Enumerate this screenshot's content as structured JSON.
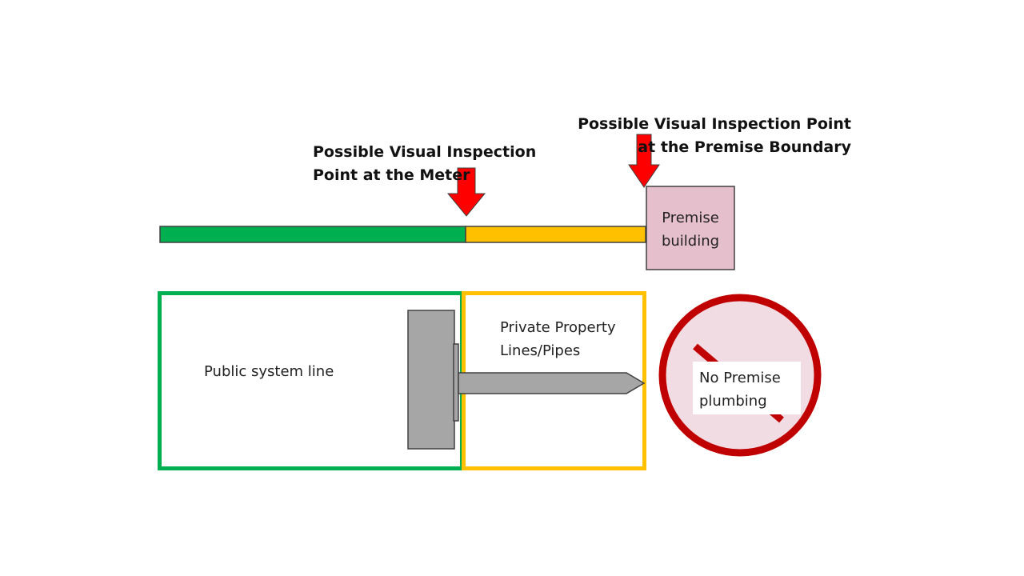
{
  "labels": {
    "meter_point": [
      "Possible Visual Inspection",
      "Point at the Meter"
    ],
    "boundary_point": [
      "Possible Visual Inspection Point",
      "at the Premise Boundary"
    ],
    "premise_building": [
      "Premise",
      "building"
    ],
    "public_line": "Public system line",
    "private_lines": [
      "Private Property",
      "Lines/Pipes"
    ],
    "no_plumbing": [
      "No Premise",
      "plumbing"
    ]
  },
  "colors": {
    "public": "#00b050",
    "private": "#ffc000",
    "arrow": "#ff0000",
    "building": "#e6bfcd",
    "meter": "#a6a6a6",
    "no_sign": "#c00000",
    "no_sign_fill": "#f2dce4",
    "outline": "#404040"
  },
  "icons": {
    "inspection_arrow": "down-arrow-icon",
    "prohibition": "no-entry-icon",
    "meter": "meter-shape"
  }
}
